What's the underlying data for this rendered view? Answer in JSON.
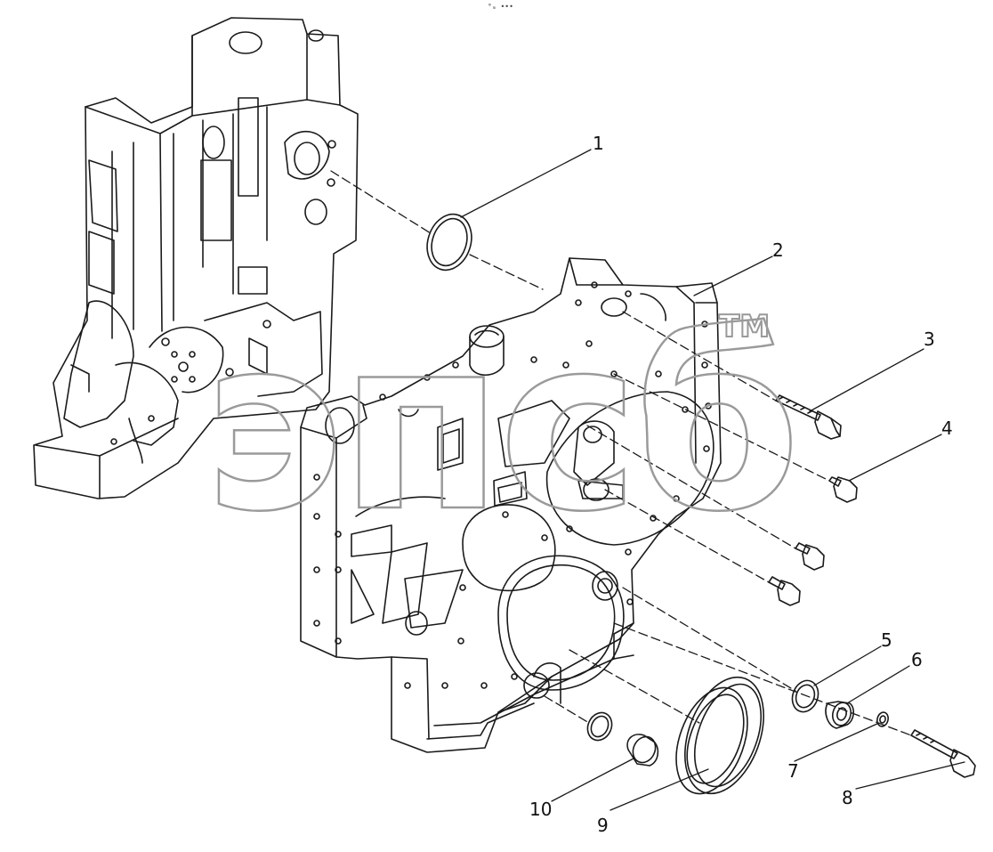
{
  "top_mark": "°ₘ •••",
  "watermark": {
    "letters": "эпсб",
    "tm": "TM"
  },
  "callouts": [
    {
      "num": "1"
    },
    {
      "num": "2"
    },
    {
      "num": "3"
    },
    {
      "num": "4"
    },
    {
      "num": "5"
    },
    {
      "num": "6"
    },
    {
      "num": "7"
    },
    {
      "num": "8"
    },
    {
      "num": "9"
    },
    {
      "num": "10"
    }
  ],
  "colors": {
    "line": "#1a1a1a",
    "watermark": "#9a9a9a",
    "background": "#ffffff"
  }
}
